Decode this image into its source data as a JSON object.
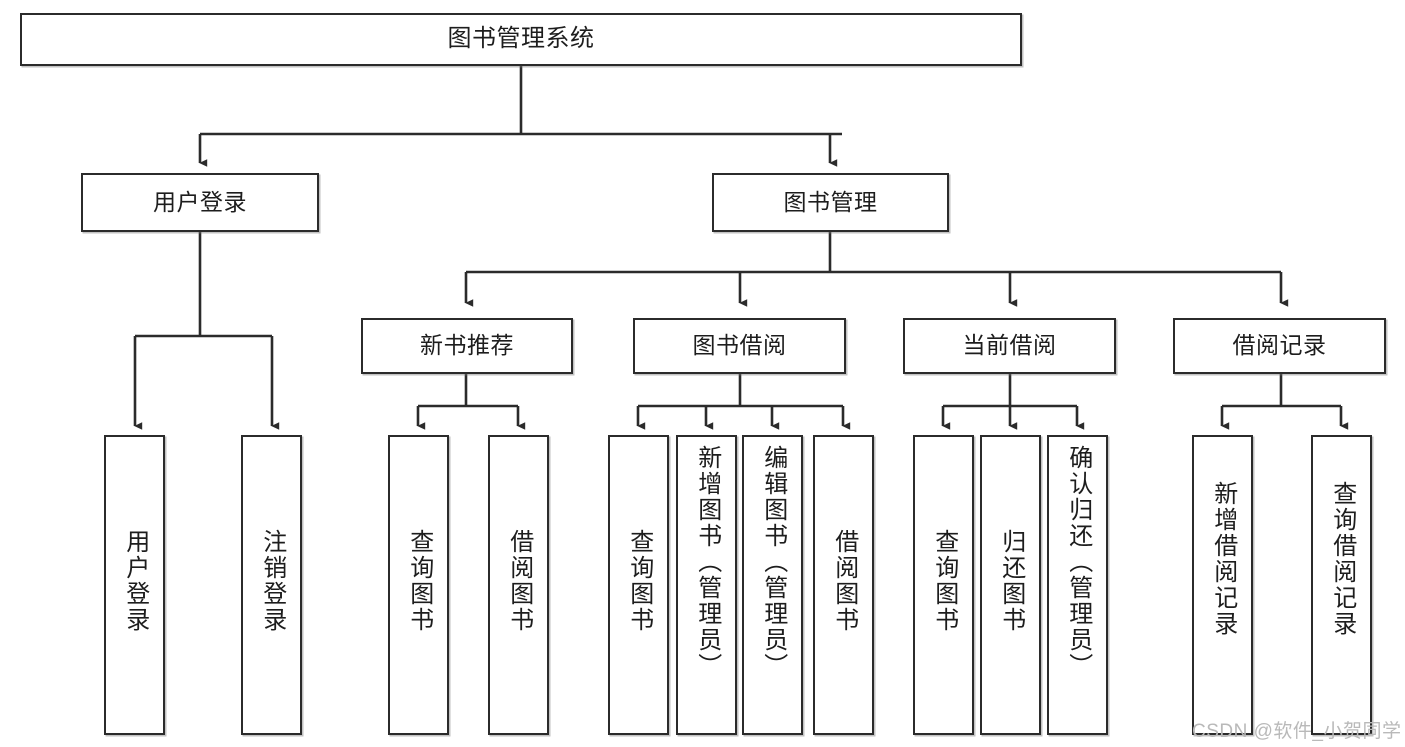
{
  "diagram": {
    "title": "图书管理系统",
    "type": "hierarchy-tree",
    "stroke_color": "#2b2b2b",
    "fill_color": "#ffffff",
    "text_color": "#1d1d1d"
  },
  "nodes": {
    "root": {
      "label": "图书管理系统",
      "level": 0
    },
    "user_login": {
      "label": "用户登录",
      "level": 1
    },
    "book_manage": {
      "label": "图书管理",
      "level": 1
    },
    "new_book_rec": {
      "label": "新书推荐",
      "level": 2
    },
    "book_borrow": {
      "label": "图书借阅",
      "level": 2
    },
    "current_borrow": {
      "label": "当前借阅",
      "level": 2
    },
    "borrow_record": {
      "label": "借阅记录",
      "level": 2
    },
    "leaf_user_login": {
      "label": "用户登录",
      "level": 3
    },
    "leaf_logout": {
      "label": "注销登录",
      "level": 3
    },
    "leaf_query_book_a": {
      "label": "查询图书",
      "level": 3
    },
    "leaf_borrow_book_a": {
      "label": "借阅图书",
      "level": 3
    },
    "leaf_query_book_b": {
      "label": "查询图书",
      "level": 3
    },
    "leaf_add_book": {
      "label": "新增图书（管理员）",
      "level": 3
    },
    "leaf_edit_book": {
      "label": "编辑图书（管理员）",
      "level": 3
    },
    "leaf_borrow_book_b": {
      "label": "借阅图书",
      "level": 3
    },
    "leaf_query_book_c": {
      "label": "查询图书",
      "level": 3
    },
    "leaf_return_book": {
      "label": "归还图书",
      "level": 3
    },
    "leaf_confirm_return": {
      "label": "确认归还（管理员）",
      "level": 3
    },
    "leaf_add_record": {
      "label": "新增借阅记录",
      "level": 3
    },
    "leaf_query_record": {
      "label": "查询借阅记录",
      "level": 3
    }
  },
  "watermark": {
    "text": "CSDN @软件_小贺同学"
  }
}
